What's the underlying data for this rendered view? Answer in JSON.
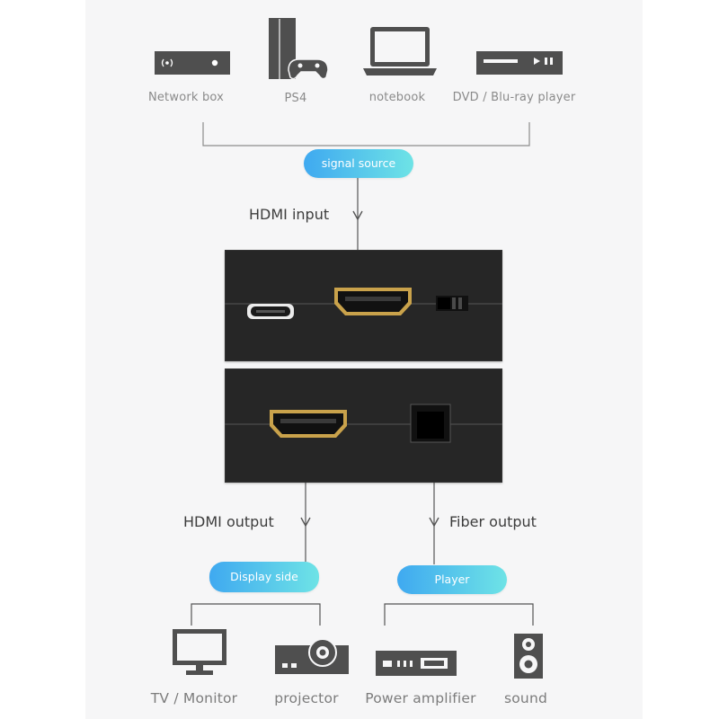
{
  "sources": {
    "network_box": "Network box",
    "ps4": "PS4",
    "notebook": "notebook",
    "dvd": "DVD / Blu-ray player"
  },
  "pills": {
    "signal_source": "signal source",
    "display_side": "Display side",
    "player": "Player"
  },
  "connections": {
    "hdmi_input": "HDMI input",
    "hdmi_output": "HDMI output",
    "fiber_output": "Fiber output"
  },
  "outputs": {
    "tv": "TV / Monitor",
    "projector": "projector",
    "amplifier": "Power amplifier",
    "sound": "sound"
  },
  "colors": {
    "pill_start": "#3fa9f0",
    "pill_end": "#6ee3e6",
    "icon": "#4f4f4f",
    "device_body": "#262626",
    "hdmi_gold": "#c9a24b"
  }
}
